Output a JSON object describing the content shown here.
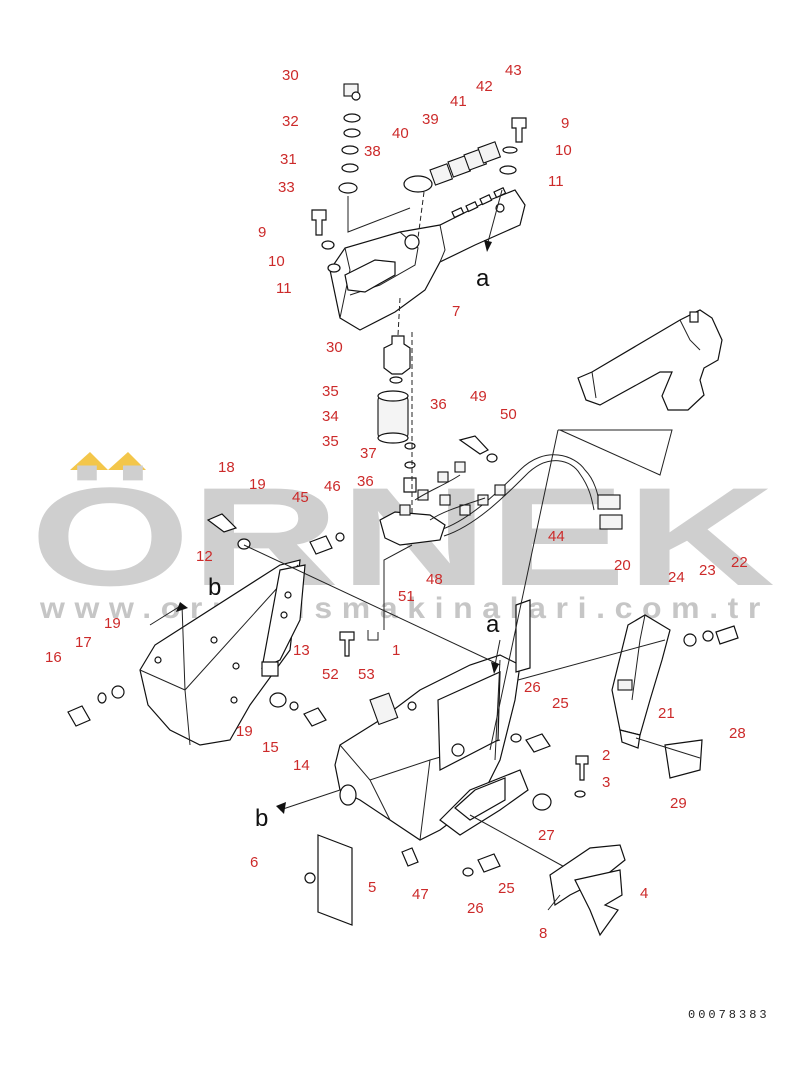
{
  "part_labels": [
    "30",
    "32",
    "31",
    "33",
    "9",
    "10",
    "11",
    "38",
    "40",
    "39",
    "41",
    "42",
    "43",
    "9",
    "10",
    "11",
    "7",
    "30",
    "35",
    "34",
    "35",
    "36",
    "37",
    "36",
    "49",
    "50",
    "44",
    "18",
    "19",
    "45",
    "46",
    "12",
    "51",
    "48",
    "53",
    "52",
    "13",
    "1",
    "16",
    "17",
    "19",
    "19",
    "15",
    "14",
    "26",
    "25",
    "21",
    "20",
    "24",
    "23",
    "22",
    "2",
    "3",
    "28",
    "29",
    "27",
    "6",
    "5",
    "47",
    "26",
    "25",
    "8",
    "4"
  ],
  "view_letters": [
    "a",
    "a",
    "b",
    "b"
  ],
  "watermark": {
    "brand": "ÖRNEK",
    "url": "www.ornekismakinalari.com.tr"
  },
  "drawing_code": "00078383",
  "colors": {
    "label": "#cc2a2a",
    "watermark": "#cfcfcf",
    "watermark_accent": "#f3c64a"
  }
}
